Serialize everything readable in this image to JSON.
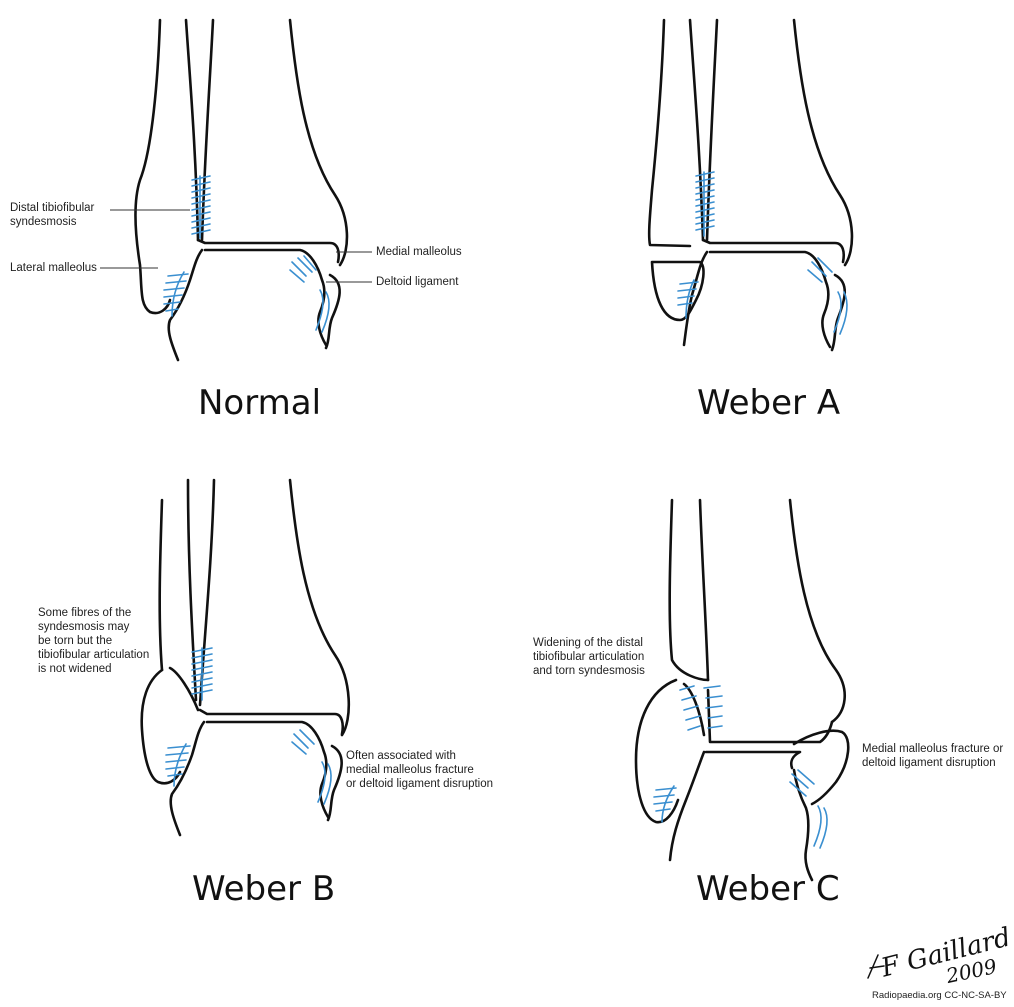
{
  "panels": {
    "normal": {
      "title": "Normal",
      "labels": {
        "syndesmosis": "Distal tibiofibular\nsyndesmosis",
        "lateral_malleolus": "Lateral malleolus",
        "medial_malleolus": "Medial malleolus",
        "deltoid_ligament": "Deltoid ligament"
      }
    },
    "weber_a": {
      "title": "Weber A"
    },
    "weber_b": {
      "title": "Weber B",
      "labels": {
        "syndesmosis_note": "Some fibres of the\nsyndesmosis may\nbe torn but the\ntibiofibular articulation\nis not widened",
        "medial_note": "Often associated with\nmedial malleolus fracture\nor deltoid ligament disruption"
      }
    },
    "weber_c": {
      "title": "Weber C",
      "labels": {
        "widening_note": "Widening of the distal\ntibiofibular articulation\nand torn syndesmosis",
        "medial_note": "Medial malleolus fracture or\ndeltoid ligament disruption"
      }
    }
  },
  "signature": {
    "name": "F Gaillard",
    "year": "2009"
  },
  "credit": "Radiopaedia.org CC-NC-SA-BY",
  "colors": {
    "ink": "#111111",
    "ligament": "#3a8fd0"
  }
}
